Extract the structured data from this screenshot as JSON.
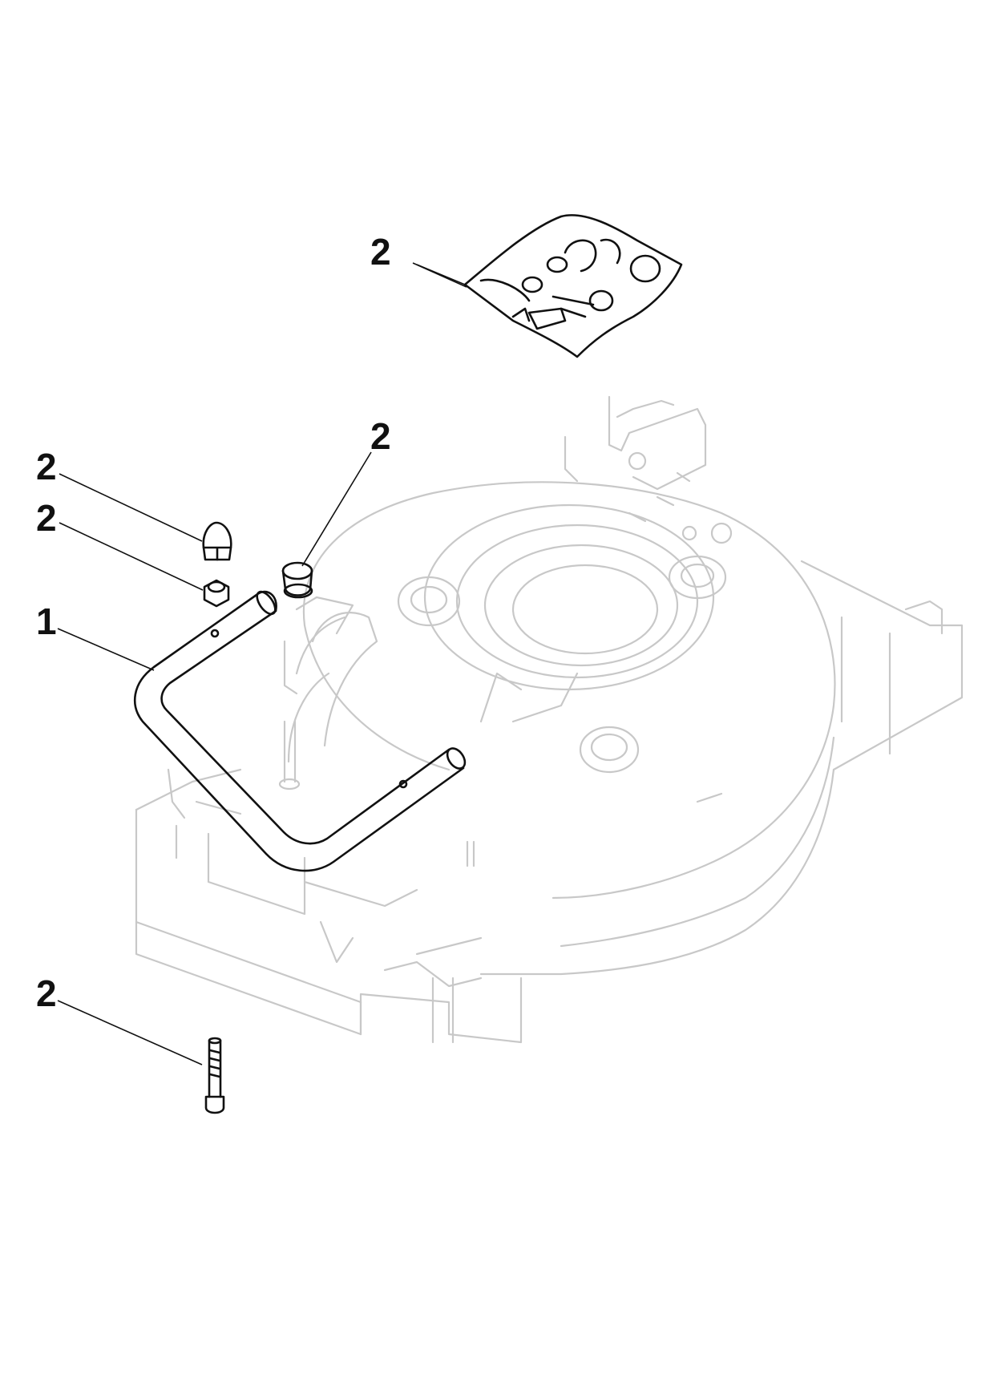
{
  "colors": {
    "background": "#ffffff",
    "ink": "#111111",
    "ghost": "#c8c8c8"
  },
  "callouts": {
    "bag": "2",
    "plug": "2",
    "cap_nut": "2",
    "lock_nut": "2",
    "handle": "1",
    "bolt": "2"
  }
}
